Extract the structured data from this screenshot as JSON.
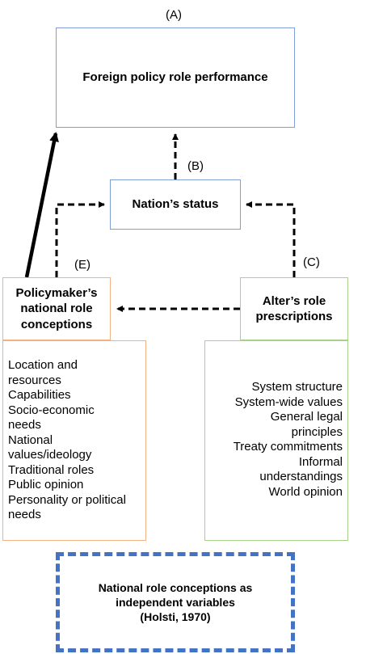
{
  "labels": {
    "a": "(A)",
    "b": "(B)",
    "c": "(C)",
    "e": "(E)"
  },
  "boxes": {
    "role_performance": "Foreign policy role performance",
    "nations_status": "Nation’s status",
    "policymaker": [
      "Policymaker’s",
      "national role",
      "conceptions"
    ],
    "alter": [
      "Alter’s role",
      "prescriptions"
    ],
    "holsti": [
      "National role conceptions as",
      "independent variables",
      "(Holsti, 1970)"
    ]
  },
  "left_list": [
    "Location and",
    "resources",
    "Capabilities",
    "Socio-economic",
    "needs",
    "National",
    "values/ideology",
    "Traditional roles",
    "Public opinion",
    "Personality or political",
    "needs"
  ],
  "right_list": [
    "System structure",
    "System-wide values",
    "General legal",
    "principles",
    "Treaty commitments",
    "Informal",
    "understandings",
    "World opinion"
  ],
  "colors": {
    "blue_border": "#7f9ed8",
    "orange_border": "#f4b183",
    "green_border": "#a9d18e",
    "holsti_border": "#4472c4",
    "arrows": "#000000"
  }
}
